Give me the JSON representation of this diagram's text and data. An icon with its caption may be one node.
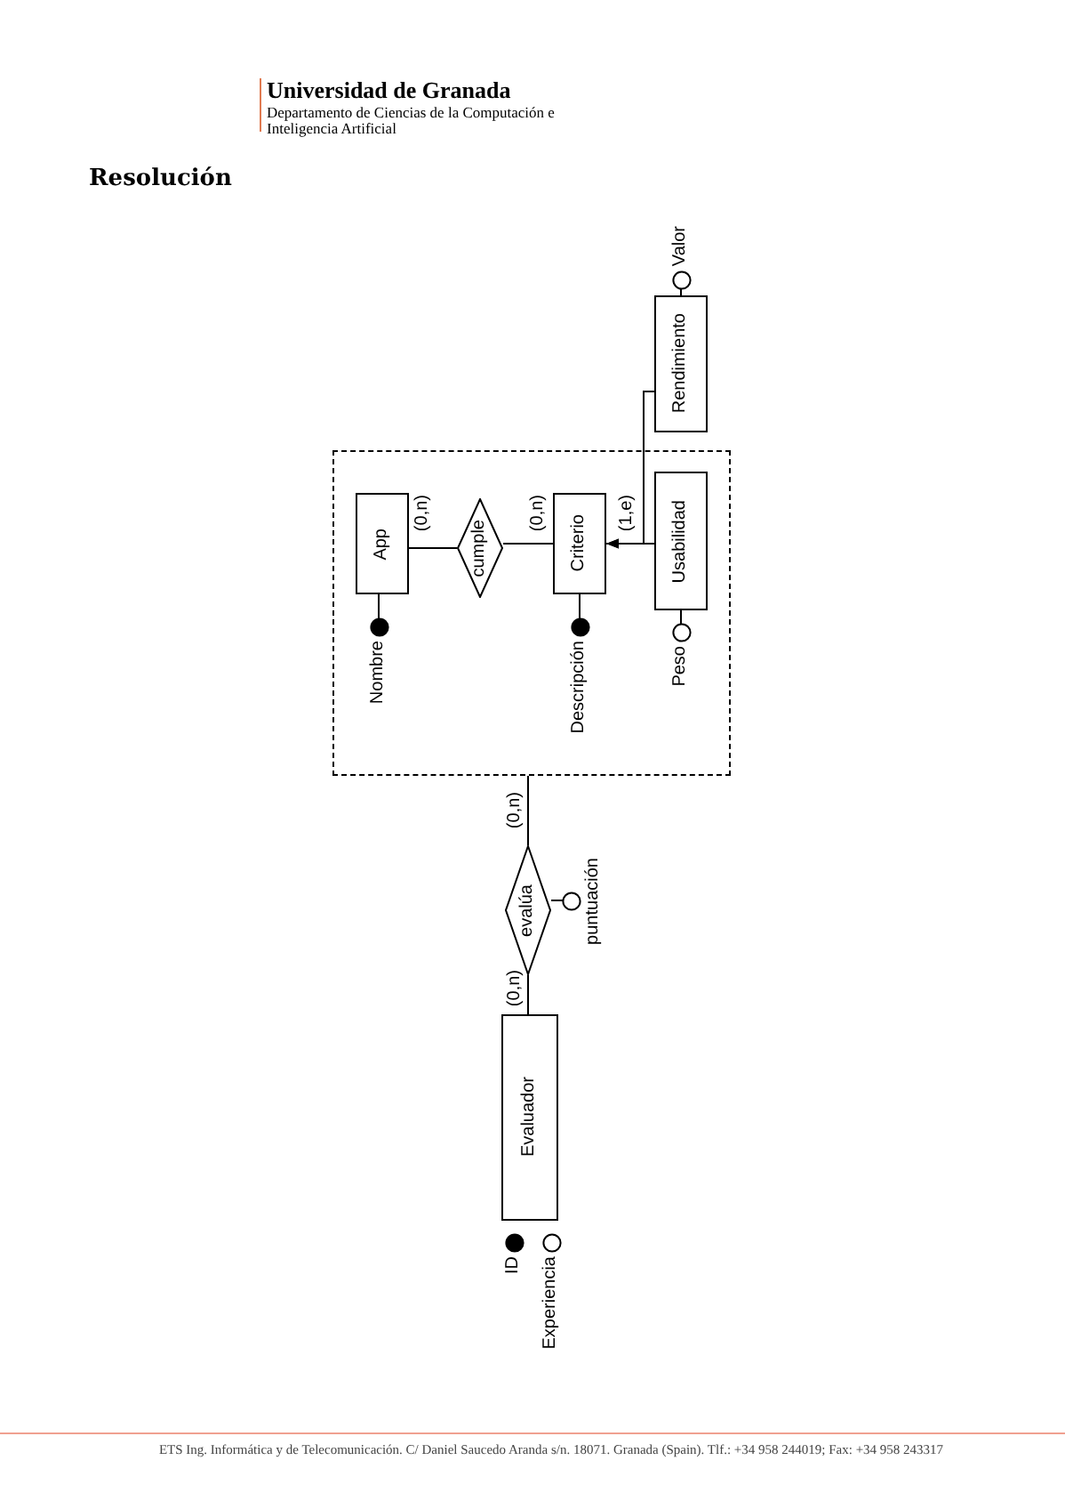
{
  "diagram": {
    "title": "Resolución",
    "nodes": [
      {
        "text": [],
        "shape": "box"
      },
      {
        "text": [
          "App"
        ],
        "in": 0
      },
      {
        "text": [
          "cumple"
        ],
        "in": 0
      },
      {
        "text": [
          "Criterio"
        ],
        "in": 0
      },
      {
        "text": [
          "Usabilidad"
        ],
        "in": 0
      },
      {
        "text": [
          "Rendimiento"
        ]
      },
      {
        "text": [
          "Nombre"
        ],
        "in": 0
      },
      {
        "text": [
          "Descripción"
        ],
        "in": 0
      },
      {
        "text": [
          "Peso"
        ],
        "in": 0
      },
      {
        "text": [
          "Valor"
        ]
      },
      {
        "text": [
          "evalúa"
        ]
      },
      {
        "text": [
          "puntuación"
        ]
      },
      {
        "text": [
          "Evaluador"
        ]
      },
      {
        "text": [
          "ID"
        ]
      },
      {
        "text": [
          "Experiencia"
        ]
      }
    ],
    "edges": [
      {
        "from": 1,
        "to": 2,
        "arrow": "none",
        "label": "(0,n)"
      },
      {
        "from": 2,
        "to": 3,
        "arrow": "none",
        "label": "(0,n)"
      },
      {
        "from": 4,
        "to": 3,
        "arrow": "to",
        "label": "(1,e)"
      },
      {
        "from": 5,
        "to": 3,
        "arrow": "to"
      },
      {
        "from": 1,
        "to": 6,
        "arrow": "none"
      },
      {
        "from": 3,
        "to": 7,
        "arrow": "none"
      },
      {
        "from": 4,
        "to": 8,
        "arrow": "none"
      },
      {
        "from": 5,
        "to": 9,
        "arrow": "none"
      },
      {
        "from": 10,
        "to": 0,
        "arrow": "none",
        "label": "(0,n)"
      },
      {
        "from": 10,
        "to": 12,
        "arrow": "none",
        "label": "(0,n)"
      },
      {
        "from": 10,
        "to": 11,
        "arrow": "none"
      }
    ],
    "labels": [
      "Universidad de Granada",
      "Departamento de Ciencias de la Computación e Inteligencia Artificial",
      "ETS Ing. Informática y de Telecomunicación. C/ Daniel Saucedo Aranda s/n. 18071. Granada (Spain). Tlf.: +34 958 244019; Fax: +34 958 243317"
    ]
  }
}
